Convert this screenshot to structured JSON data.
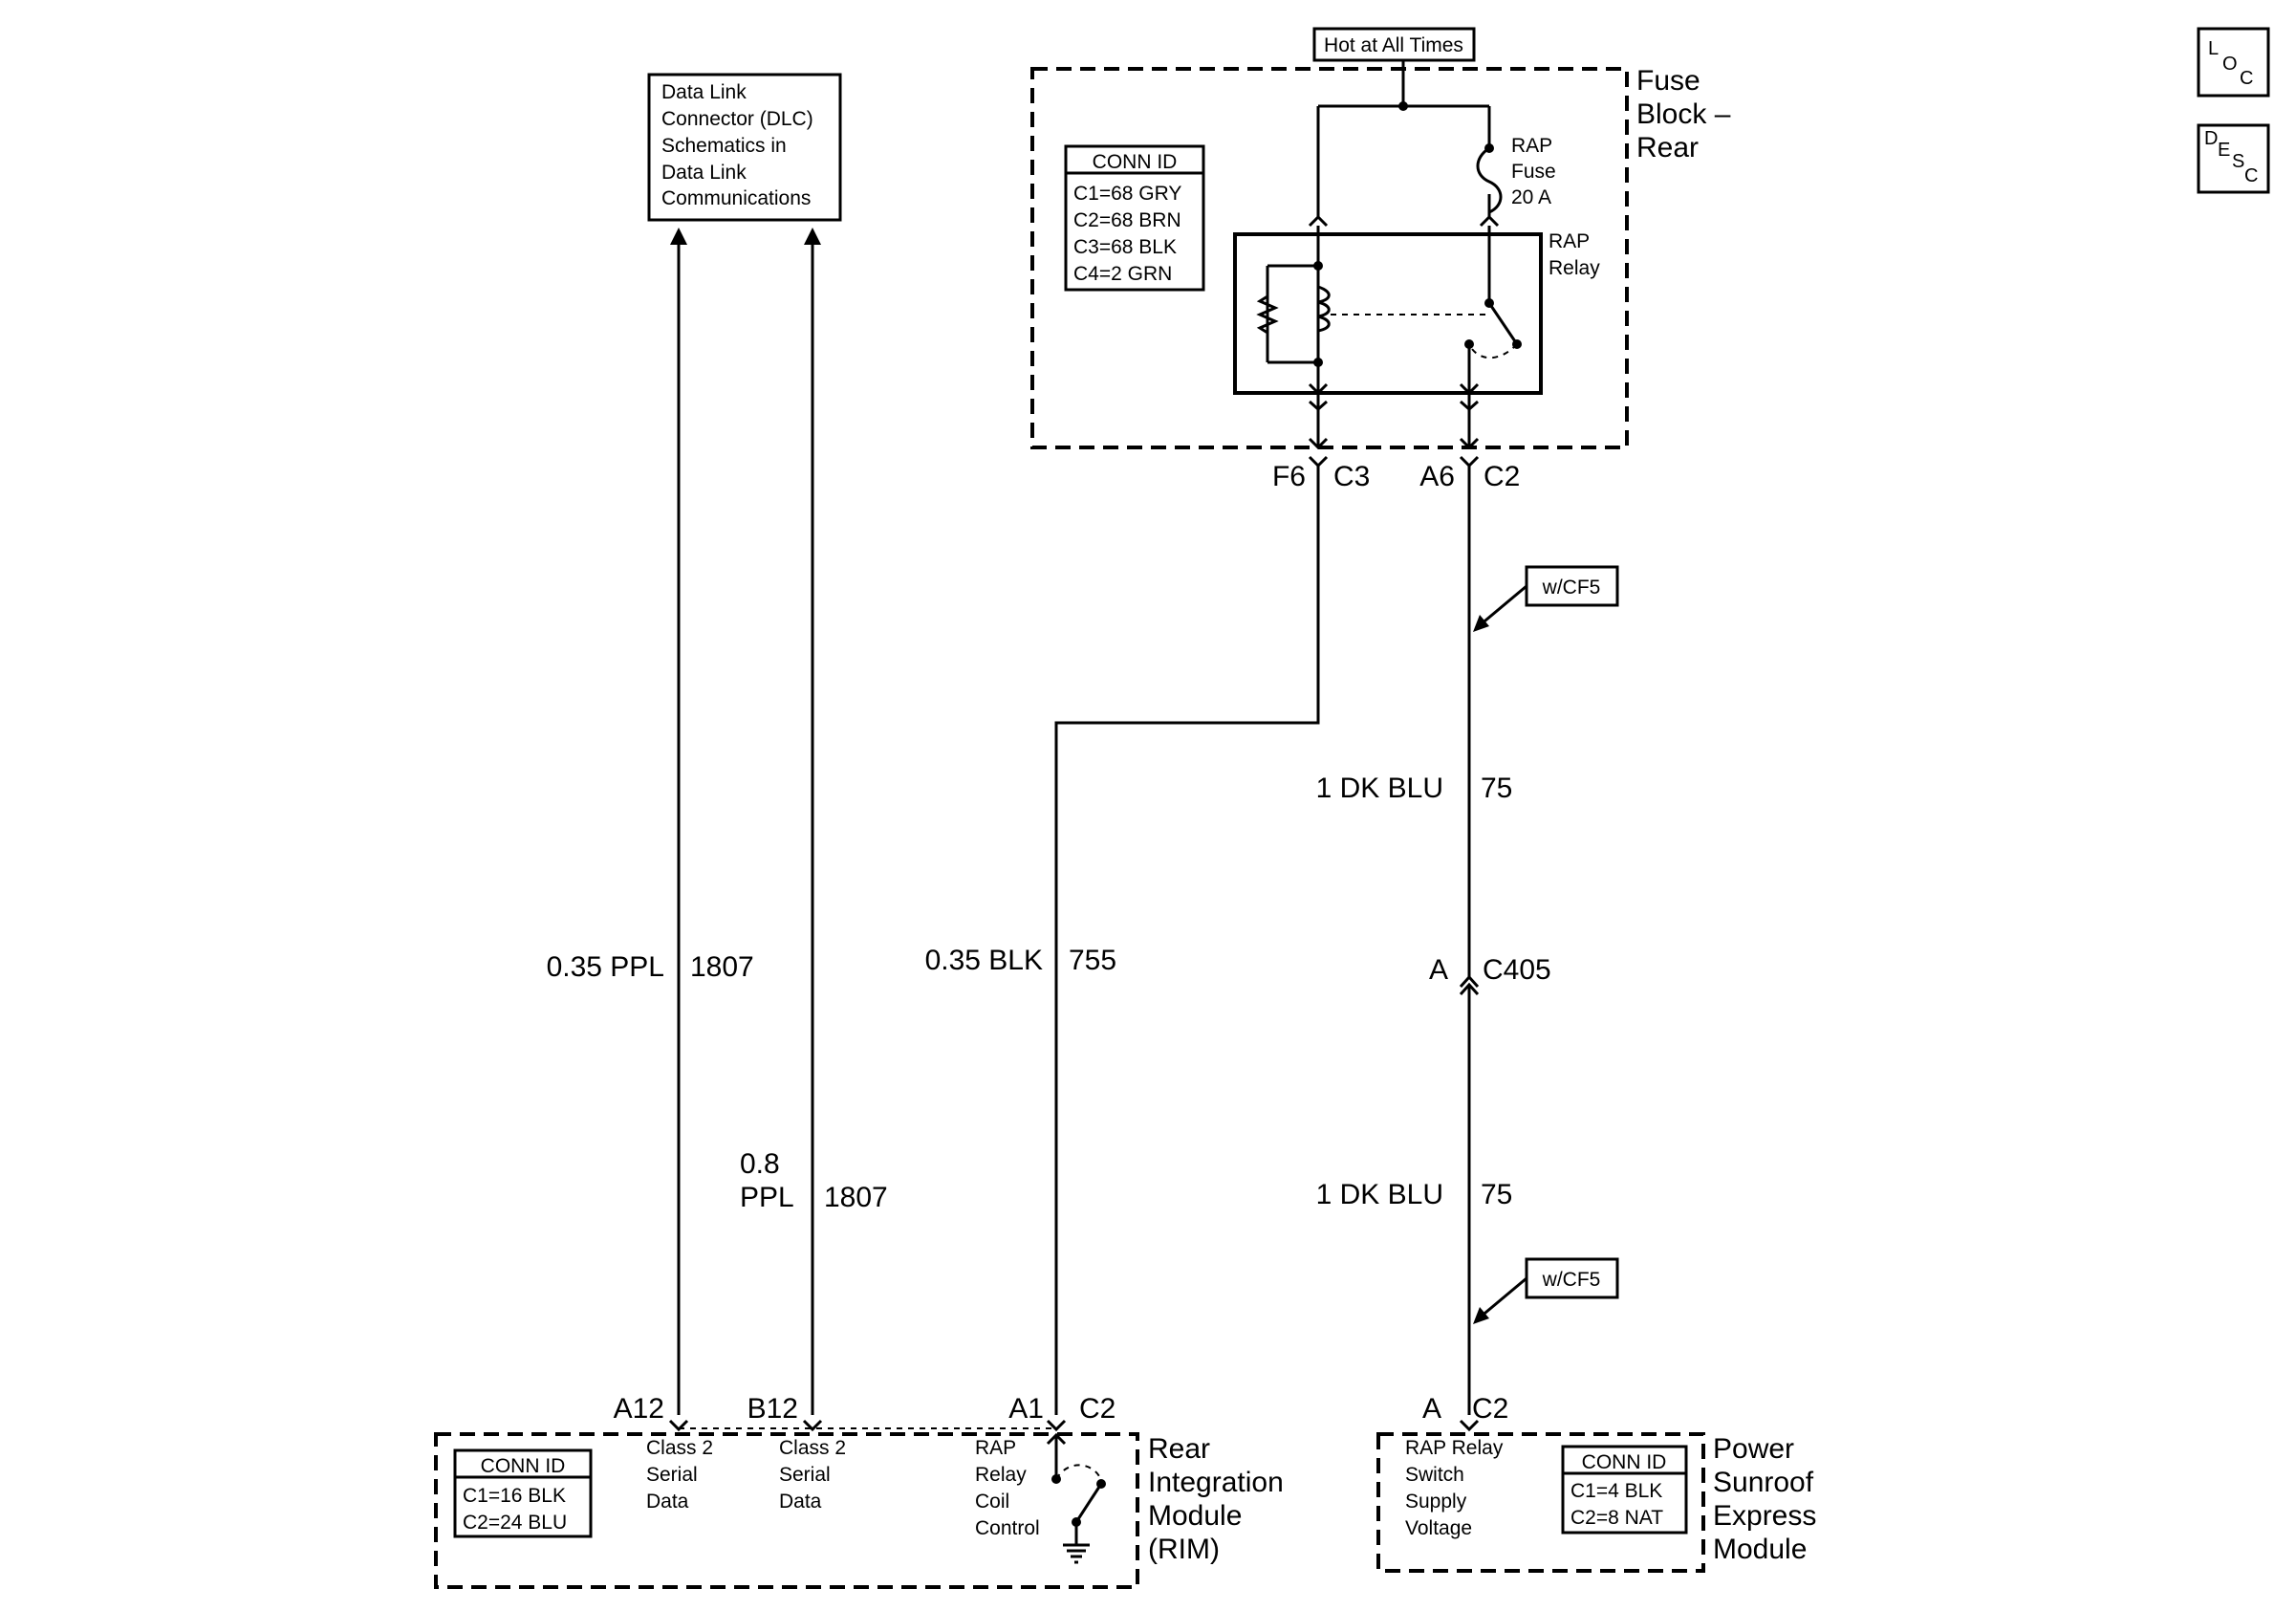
{
  "hot_label": "Hot at All Times",
  "dlc_box": [
    "Data Link",
    "Connector (DLC)",
    "Schematics in",
    "Data Link",
    "Communications"
  ],
  "fuse_block": {
    "name": [
      "Fuse",
      "Block –",
      "Rear"
    ],
    "conn_header": "CONN ID",
    "conn_rows": [
      "C1=68 GRY",
      "C2=68 BRN",
      "C3=68 BLK",
      "C4=2 GRN"
    ],
    "fuse_label": [
      "RAP",
      "Fuse",
      "20 A"
    ],
    "relay_label": [
      "RAP",
      "Relay"
    ]
  },
  "fuse_pins": {
    "left_pin": "F6",
    "left_conn": "C3",
    "right_pin": "A6",
    "right_conn": "C2"
  },
  "wires": {
    "w1_gauge": "0.35 PPL",
    "w1_circuit": "1807",
    "w2_gauge_line1": "0.8",
    "w2_gauge_line2": "PPL",
    "w2_circuit": "1807",
    "w3_gauge": "0.35 BLK",
    "w3_circuit": "755",
    "w4_gauge": "1 DK BLU",
    "w4_circuit": "75",
    "w5_gauge": "1 DK BLU",
    "w5_circuit": "75"
  },
  "option_tag_top": "w/CF5",
  "option_tag_bottom": "w/CF5",
  "c405": {
    "pin": "A",
    "conn": "C405"
  },
  "rim": {
    "name": [
      "Rear",
      "Integration",
      "Module",
      "(RIM)"
    ],
    "conn_header": "CONN ID",
    "conn_rows": [
      "C1=16 BLK",
      "C2=24 BLU"
    ],
    "pin_a12": "A12",
    "pin_b12": "B12",
    "pin_a1": "A1",
    "pin_a1_conn": "C2",
    "func_a12": [
      "Class 2",
      "Serial",
      "Data"
    ],
    "func_b12": [
      "Class 2",
      "Serial",
      "Data"
    ],
    "func_a1": [
      "RAP",
      "Relay",
      "Coil",
      "Control"
    ]
  },
  "sunroof": {
    "name": [
      "Power",
      "Sunroof",
      "Express",
      "Module"
    ],
    "conn_header": "CONN ID",
    "conn_rows": [
      "C1=4 BLK",
      "C2=8 NAT"
    ],
    "pin": "A",
    "pin_conn": "C2",
    "func": [
      "RAP Relay",
      "Switch",
      "Supply",
      "Voltage"
    ]
  },
  "nav_icons": {
    "loc": {
      "big": "L",
      "mid": "O",
      "small": "C"
    },
    "desc": {
      "big": "D",
      "mid": "E",
      "mid2": "S",
      "small": "C"
    }
  }
}
